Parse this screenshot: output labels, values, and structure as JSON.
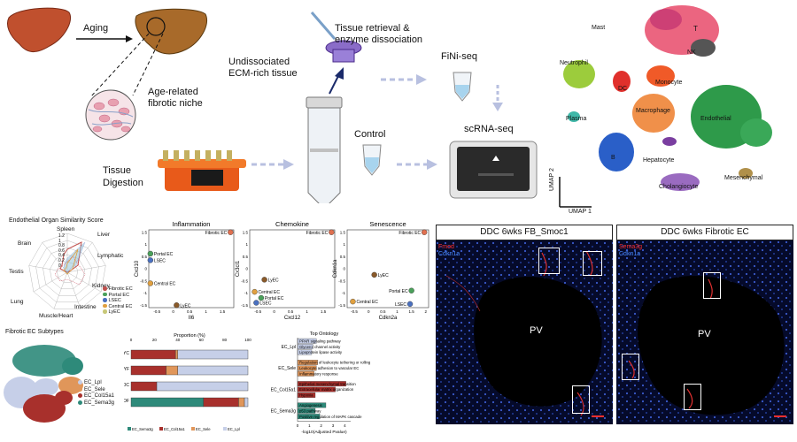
{
  "workflow": {
    "aging": "Aging",
    "niche": "Age-related\nfibrotic niche",
    "digestion": "Tissue\nDigestion",
    "undissociated": "Undissociated\nECM-rich tissue",
    "retrieval": "Tissue retrieval &\nenzyme dissociation",
    "fini": "FiNi-seq",
    "control": "Control",
    "scrna": "scRNA-seq"
  },
  "umap": {
    "clusters": [
      {
        "label": "Mast",
        "color": "#bfbfbf"
      },
      {
        "label": "T",
        "color": "#e84a6a"
      },
      {
        "label": "NK",
        "color": "#555555"
      },
      {
        "label": "Neutrophil",
        "color": "#9ccc3c"
      },
      {
        "label": "DC",
        "color": "#e0302c"
      },
      {
        "label": "Monocyte",
        "color": "#f05a28"
      },
      {
        "label": "Macrophage",
        "color": "#f0904a"
      },
      {
        "label": "Endothelial",
        "color": "#2e9a4a"
      },
      {
        "label": "Plasma",
        "color": "#3fb8a8"
      },
      {
        "label": "B",
        "color": "#2a5fc8"
      },
      {
        "label": "Hepatocyte",
        "color": "#7a3ea0"
      },
      {
        "label": "Cholangiocyte",
        "color": "#9a6bc0"
      },
      {
        "label": "Mesenchymal",
        "color": "#b0904a"
      }
    ],
    "xlabel": "UMAP 1",
    "ylabel": "UMAP 2"
  },
  "radar": {
    "title": "Endothelial Organ Similarity Score",
    "axes": [
      "Spleen",
      "Liver",
      "Lymphatic",
      "Kidney",
      "Intestine",
      "Muscle/Heart",
      "Lung",
      "Testis",
      "Brain"
    ],
    "rings": [
      "1.2",
      "1",
      "0.8",
      "0.6",
      "0.4",
      "0.2",
      "0"
    ],
    "legend": [
      {
        "label": "Fibrotic EC",
        "color": "#c0504d"
      },
      {
        "label": "Portal EC",
        "color": "#4aa05a"
      },
      {
        "label": "LSEC",
        "color": "#4a70c0"
      },
      {
        "label": "Central EC",
        "color": "#e0a040"
      },
      {
        "label": "LyEC",
        "color": "#c8c878"
      }
    ]
  },
  "chart_data": [
    {
      "type": "scatter",
      "title": "Inflammation",
      "xlabel": "Il6",
      "ylabel": "Cxcl10",
      "xticks": [
        "-0.5",
        "0",
        "0.5",
        "1",
        "1.5"
      ],
      "yticks": [
        "1.5",
        "1",
        "0.5",
        "0",
        "-0.5",
        "-1",
        "-1.5"
      ],
      "xlim": [
        -0.75,
        1.85
      ],
      "ylim": [
        -1.6,
        1.6
      ],
      "points": [
        {
          "label": "Fibrotic EC",
          "x": 1.75,
          "y": 1.5,
          "color": "#e07050"
        },
        {
          "label": "Portal EC",
          "x": -0.7,
          "y": 0.62,
          "color": "#4aa05a"
        },
        {
          "label": "LSEC",
          "x": -0.7,
          "y": 0.35,
          "color": "#4a70c0"
        },
        {
          "label": "Central EC",
          "x": -0.7,
          "y": -0.6,
          "color": "#e0a040"
        },
        {
          "label": "LyEC",
          "x": 0.1,
          "y": -1.5,
          "color": "#8a5a2a"
        }
      ]
    },
    {
      "type": "scatter",
      "title": "Chemokine",
      "xlabel": "Cxcl12",
      "ylabel": "Cx3cl1",
      "xticks": [
        "-0.5",
        "0",
        "0.5",
        "1",
        "1.5"
      ],
      "yticks": [
        "1.5",
        "1",
        "0.5",
        "0",
        "-0.5",
        "-1",
        "-1.5"
      ],
      "xlim": [
        -0.75,
        1.85
      ],
      "ylim": [
        -1.6,
        1.6
      ],
      "points": [
        {
          "label": "Fibrotic EC",
          "x": 1.75,
          "y": 1.5,
          "color": "#e07050"
        },
        {
          "label": "LyEC",
          "x": -0.3,
          "y": -0.45,
          "color": "#8a5a2a"
        },
        {
          "label": "Central EC",
          "x": -0.6,
          "y": -0.95,
          "color": "#e0a040"
        },
        {
          "label": "Portal EC",
          "x": -0.4,
          "y": -1.2,
          "color": "#4aa05a"
        },
        {
          "label": "LSEC",
          "x": -0.55,
          "y": -1.4,
          "color": "#4a70c0"
        }
      ]
    },
    {
      "type": "scatter",
      "title": "Senescence",
      "xlabel": "Cdkn2a",
      "ylabel": "Cdkn1a",
      "xticks": [
        "-0.5",
        "0",
        "0.5",
        "1",
        "1.5",
        "2"
      ],
      "yticks": [
        "1.5",
        "1",
        "0.5",
        "0",
        "-0.5",
        "-1",
        "-1.5"
      ],
      "xlim": [
        -0.75,
        2.1
      ],
      "ylim": [
        -1.6,
        1.6
      ],
      "points": [
        {
          "label": "Fibrotic EC",
          "x": 1.95,
          "y": 1.5,
          "color": "#e07050"
        },
        {
          "label": "LyEC",
          "x": 0.2,
          "y": -0.25,
          "color": "#8a5a2a"
        },
        {
          "label": "Portal EC",
          "x": 1.5,
          "y": -0.9,
          "color": "#4aa05a"
        },
        {
          "label": "Central EC",
          "x": -0.55,
          "y": -1.35,
          "color": "#e0a040"
        },
        {
          "label": "LSEC",
          "x": 1.45,
          "y": -1.45,
          "color": "#4a70c0"
        }
      ]
    },
    {
      "type": "bar",
      "stacked": true,
      "orientation": "horizontal",
      "title": "Proportion (%)",
      "categories": [
        "YC",
        "YF",
        "OC",
        "OF"
      ],
      "xticks": [
        "0",
        "20",
        "40",
        "60",
        "80",
        "100"
      ],
      "xlim": [
        0,
        100
      ],
      "series": [
        {
          "name": "EC_Sema3g",
          "color": "#2e8a7a",
          "values": [
            0,
            0,
            0,
            62
          ]
        },
        {
          "name": "EC_Col15a1",
          "color": "#a8302c",
          "values": [
            38,
            30,
            22,
            30
          ]
        },
        {
          "name": "EC_Sele",
          "color": "#e0965a",
          "values": [
            2,
            10,
            0,
            5
          ]
        },
        {
          "name": "EC_Lpl",
          "color": "#c6cfe8",
          "values": [
            60,
            60,
            78,
            3
          ]
        }
      ]
    },
    {
      "type": "bar",
      "orientation": "horizontal",
      "title": "Top Ontology",
      "xlabel": "-log10(Adjusted Pvalue)",
      "xticks": [
        "0",
        "1",
        "2",
        "3",
        "4"
      ],
      "xlim": [
        0,
        4.5
      ],
      "groups": [
        {
          "name": "EC_Lpl",
          "color": "#c6cfe8",
          "terms": [
            {
              "label": "PPAR signaling pathway",
              "value": 1.6
            },
            {
              "label": "Glycerol channel activity",
              "value": 1.3
            },
            {
              "label": "Lipoprotein lipase activity",
              "value": 1.2
            }
          ]
        },
        {
          "name": "EC_Sele",
          "color": "#e0965a",
          "terms": [
            {
              "label": "Regulation of leukocyte tethering or rolling",
              "value": 1.7
            },
            {
              "label": "Leukocyte adhesion to vascular EC",
              "value": 1.6
            },
            {
              "label": "Inflammatory response",
              "value": 1.4
            }
          ]
        },
        {
          "name": "EC_Col15a1",
          "color": "#a8302c",
          "terms": [
            {
              "label": "Epithelial mesenchymal transition",
              "value": 4.1
            },
            {
              "label": "Extracellular matrix organization",
              "value": 3.2
            },
            {
              "label": "Hypoxia",
              "value": 1.5
            }
          ]
        },
        {
          "name": "EC_Sema3g",
          "color": "#2e8a7a",
          "terms": [
            {
              "label": "Angiogenesis",
              "value": 2.4
            },
            {
              "label": "p53 pathway",
              "value": 1.5
            },
            {
              "label": "Positive regulation of MAPK cascade",
              "value": 1.9
            }
          ]
        }
      ]
    }
  ],
  "subtypes": {
    "title": "Fibrotic EC Subtypes",
    "legend": [
      {
        "label": "EC_Lpl",
        "color": "#c6cfe8"
      },
      {
        "label": "EC_Sele",
        "color": "#e0965a"
      },
      {
        "label": "EC_Col15a1",
        "color": "#a8302c"
      },
      {
        "label": "EC_Sema3g",
        "color": "#2e8a7a"
      }
    ]
  },
  "micrographs": [
    {
      "title": "DDC 6wks FB_Smoc1",
      "marker1": "Fmod",
      "marker2": "Cdkn1a",
      "marker1_color": "#ff3030",
      "marker2_color": "#4a8aff",
      "region": "PV"
    },
    {
      "title": "DDC 6wks Fibrotic EC",
      "marker1": "Sema3g",
      "marker2": "Cdkn1a",
      "marker1_color": "#ff3030",
      "marker2_color": "#4a8aff",
      "region": "PV"
    }
  ]
}
